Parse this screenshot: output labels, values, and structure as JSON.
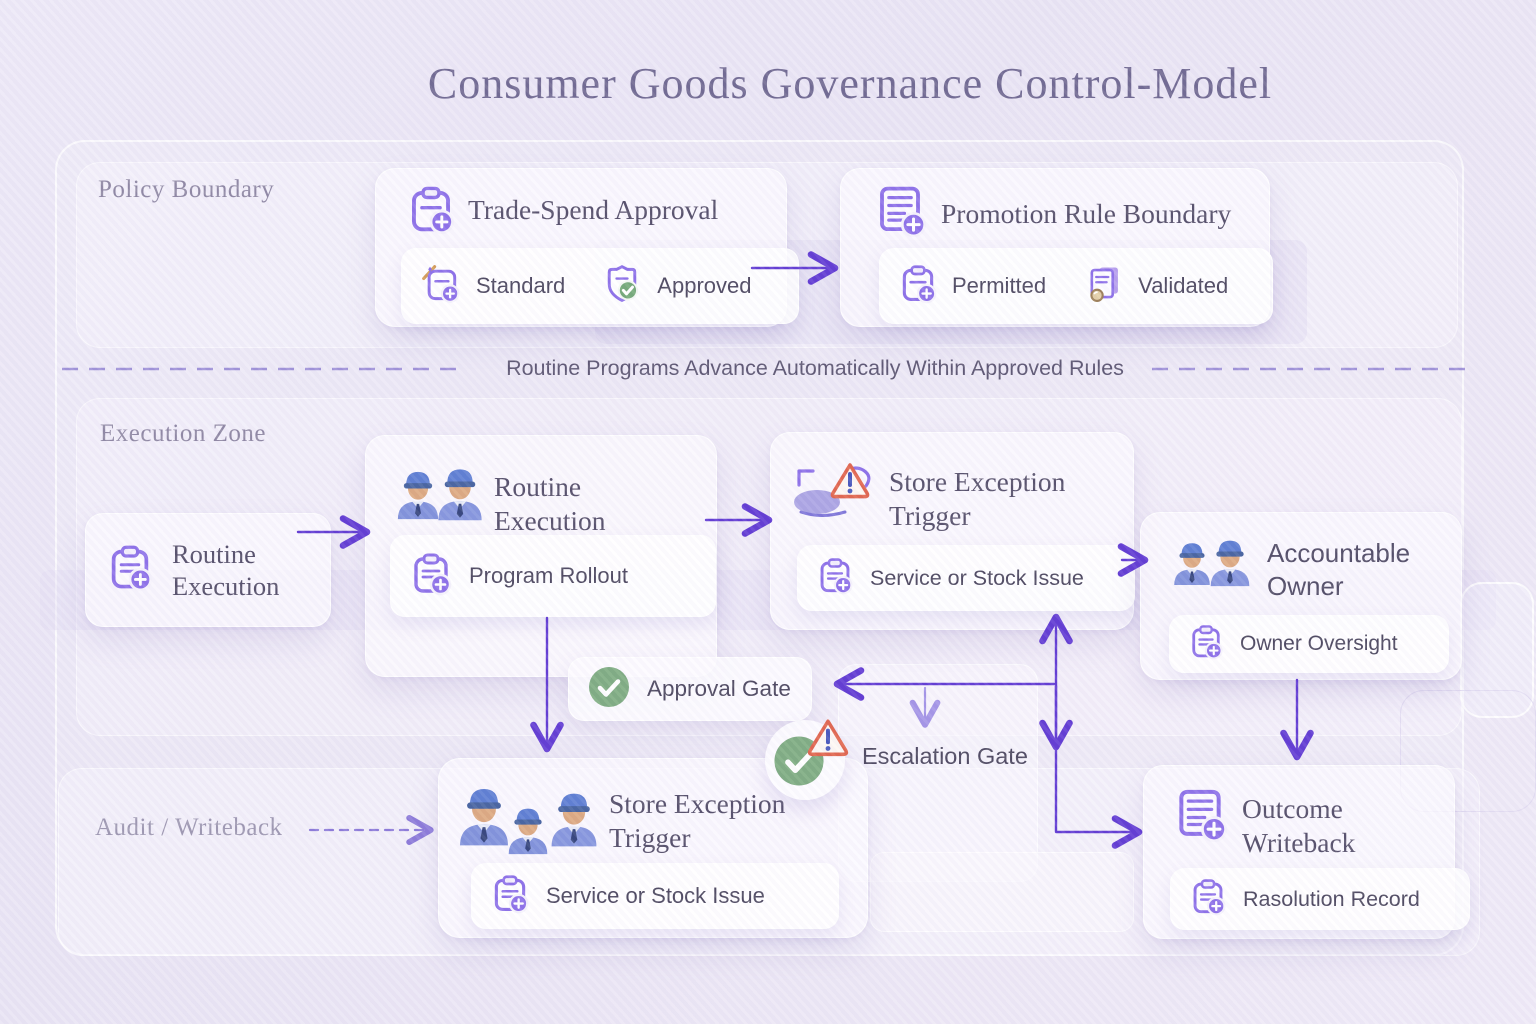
{
  "title": "Consumer Goods Governance Control-Model",
  "zones": {
    "policy": {
      "label": "Policy Boundary"
    },
    "execution": {
      "label": "Execution Zone"
    },
    "audit": {
      "label": "Audit / Writeback"
    }
  },
  "divider": {
    "label": "Routine Programs Advance Automatically Within Approved Rules"
  },
  "nodes": {
    "trade_spend": {
      "title": "Trade-Spend Approval",
      "icon": "clipboard-plus",
      "items": [
        {
          "label": "Standard",
          "icon": "clipboard-pen-plus"
        },
        {
          "label": "Approved",
          "icon": "badge-check"
        }
      ]
    },
    "promotion_rule": {
      "title": "Promotion Rule Boundary",
      "icon": "document-plus",
      "items": [
        {
          "label": "Permitted",
          "icon": "clipboard-plus"
        },
        {
          "label": "Validated",
          "icon": "clipboard-search"
        }
      ]
    },
    "routine_execution_source": {
      "title": "Routine Execution",
      "icon": "clipboard-plus"
    },
    "routine_execution": {
      "title": "Routine Execution",
      "icon": "workers-pair",
      "items": [
        {
          "label": "Program Rollout",
          "icon": "clipboard-plus"
        }
      ]
    },
    "store_exception_trigger": {
      "title": "Store Exception Trigger",
      "icon": "cart-warning",
      "items": [
        {
          "label": "Service or Stock Issue",
          "icon": "clipboard-plus"
        }
      ]
    },
    "accountable_owner": {
      "title": "Accountable Owner",
      "icon": "workers-pair",
      "items": [
        {
          "label": "Owner Oversight",
          "icon": "clipboard-plus"
        }
      ]
    },
    "approval_gate": {
      "label": "Approval Gate",
      "icon": "check-circle"
    },
    "escalation_gate": {
      "label": "Escalation Gate",
      "icon": "check-circle-warning"
    },
    "store_exception_trigger_audit": {
      "title": "Store Exception Trigger",
      "icon": "workers-trio",
      "items": [
        {
          "label": "Service or Stock Issue",
          "icon": "clipboard-plus"
        }
      ]
    },
    "outcome_writeback": {
      "title": "Outcome Writeback",
      "icon": "document-plus",
      "items": [
        {
          "label": "Rasolution Record",
          "icon": "clipboard-plus"
        }
      ]
    }
  },
  "colors": {
    "background": "#ebe6f4",
    "accent_purple": "#8b6ee8",
    "arrow_purple": "#5f38d2",
    "arrow_light": "#a393e6",
    "dash_purple": "#8a7ad0",
    "title_text": "#6e6790",
    "zone_label_text": "#8d86a2",
    "heading_text": "#534d68",
    "body_text": "#4b465e",
    "check_green": "#7dab80",
    "warning_orange": "#e0634b",
    "worker_blue": "#5b7cd2"
  }
}
